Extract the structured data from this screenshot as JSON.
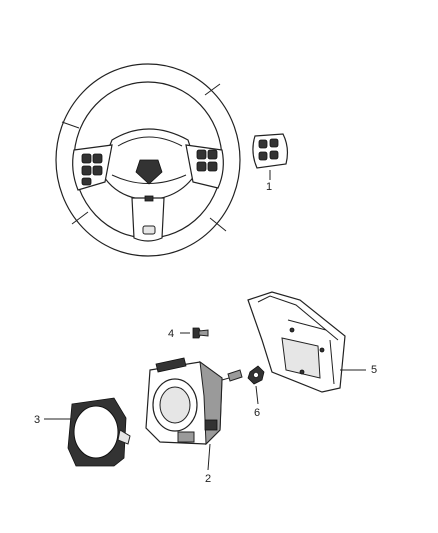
{
  "callouts": [
    {
      "id": "1",
      "label": "1",
      "part": "steering-wheel-switch"
    },
    {
      "id": "2",
      "label": "2",
      "part": "clockspring-sensor"
    },
    {
      "id": "3",
      "label": "3",
      "part": "bezel-trim"
    },
    {
      "id": "4",
      "label": "4",
      "part": "screw"
    },
    {
      "id": "5",
      "label": "5",
      "part": "mounting-bracket"
    },
    {
      "id": "6",
      "label": "6",
      "part": "nut"
    }
  ]
}
